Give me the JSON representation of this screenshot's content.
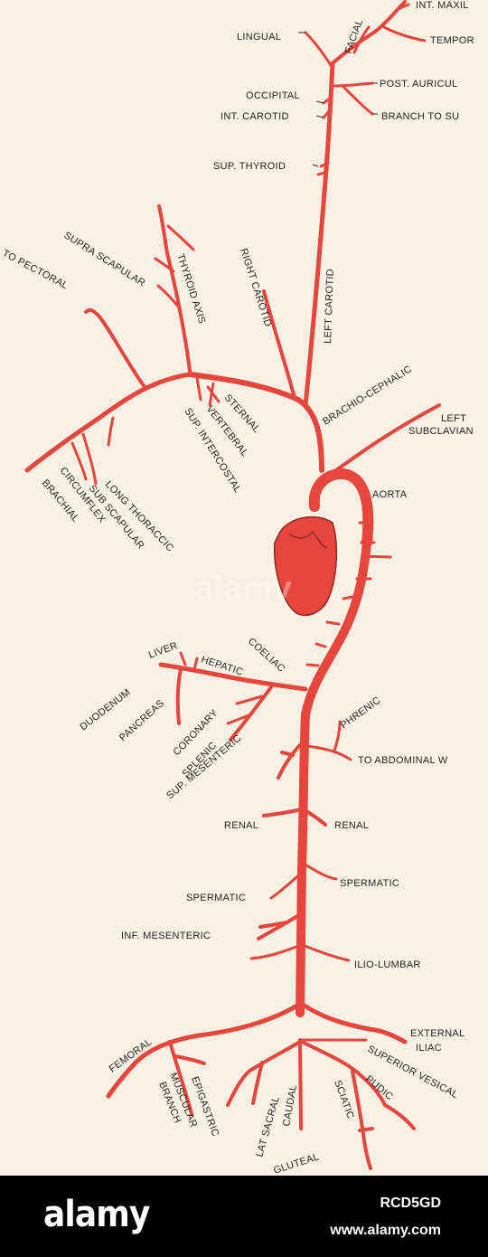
{
  "labels": {
    "int_maxil": "INT. MAXIL",
    "facial": "FACIAL",
    "lingual": "LINGUAL",
    "tempor": "TEMPOR",
    "occipital": "OCCIPITAL",
    "post_auricul": "POST. AURICUL",
    "int_carotid": "INT. CAROTID",
    "branch_to_su": "BRANCH TO SU",
    "sup_thyroid": "SUP. THYROID",
    "supra_scapular": "SUPRA SCAPULAR",
    "thyroid_axis": "THYROID AXIS",
    "to_pectoral": "TO PECTORAL",
    "right_carotid": "RIGHT CAROTID",
    "left_carotid": "LEFT CAROTID",
    "brachio_cephalic": "BRACHIO-CEPHALIC",
    "sternal": "STERNAL",
    "vertebral": "VERTEBRAL",
    "sup_intercostal": "SUP. INTERCOSTAL",
    "left_subclavian_1": "LEFT",
    "left_subclavian_2": "SUBCLAVIAN",
    "aorta": "AORTA",
    "brachial": "BRACHIAL",
    "circumflex": "CIRCUMFLEX",
    "sub_scapular": "SUB SCAPULAR",
    "long_thoraccic": "LONG THORACCIC",
    "liver": "LIVER",
    "hepatic": "HEPATIC",
    "coeliac": "COELIAC",
    "duodenum": "DUODENUM",
    "pancreas": "PANCREAS",
    "coronary": "CORONARY",
    "splenic": "SPLENIC",
    "phrenic": "PHRENIC",
    "to_abdominal_wall": "TO ABDOMINAL W",
    "sup_mesenteric": "SUP. MESENTERIC",
    "renal_left": "RENAL",
    "renal_right": "RENAL",
    "spermatic_left": "SPERMATIC",
    "spermatic_right": "SPERMATIC",
    "inf_mesenteric": "INF. MESENTERIC",
    "ilio_lumbar": "ILIO-LUMBAR",
    "external_iliac_1": "EXTERNAL",
    "external_iliac_2": "ILIAC",
    "femoral": "FEMORAL",
    "superior_vesical": "SUPERIOR VESICAL",
    "muscular_branch_1": "MUSCULAR",
    "muscular_branch_2": "BRANCH",
    "epigastric": "EPIGASTRIC",
    "lat_sacral": "LAT SACRAL",
    "caudal": "CAUDAL",
    "sciatic": "SCIATIC",
    "pudic": "PUDIC",
    "gluteal": "GLUTEAL"
  },
  "footer": {
    "brand": "alamy",
    "image_id": "RCD5GD",
    "site": "www.alamy.com",
    "watermark": "alamy"
  },
  "colors": {
    "artery": "#e8453c",
    "paper": "#f6f0e5",
    "footer_bg": "#000000"
  }
}
